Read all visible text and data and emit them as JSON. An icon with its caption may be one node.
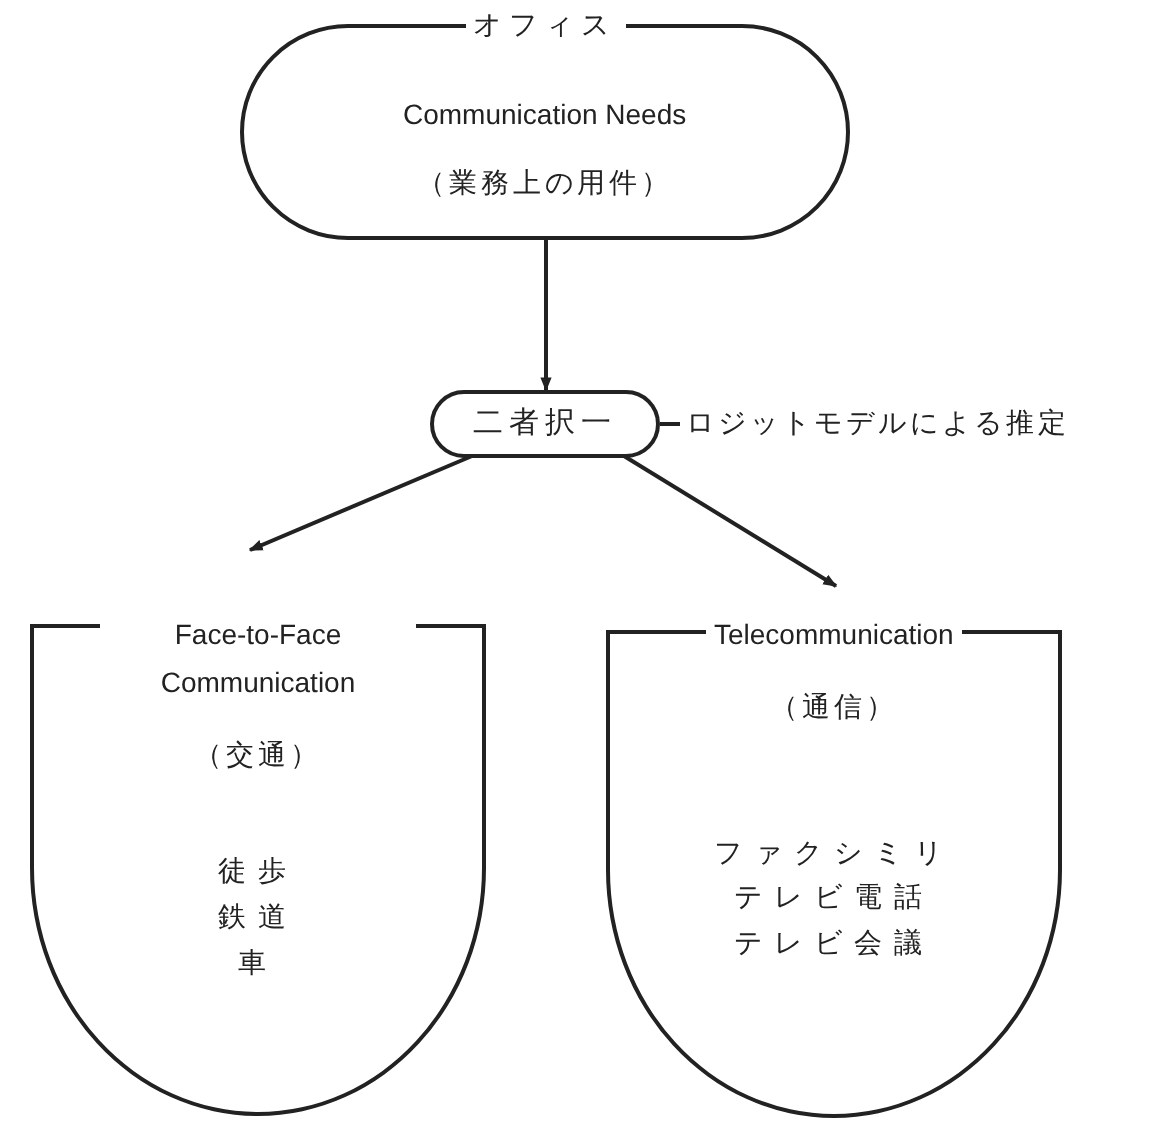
{
  "diagram": {
    "nodes": [
      {
        "text": [
          "オフィス",
          "Communication Needs",
          "（業務上の用件）"
        ]
      },
      {
        "text": [
          "二者択一"
        ],
        "beside": [
          "ロジットモデルによる推定"
        ]
      },
      {
        "text": [
          "Face-to-Face Communication",
          "（交通）",
          "徒歩",
          "鉄道",
          "車"
        ]
      },
      {
        "text": [
          "Telecommunication",
          "（通信）",
          "ファクシミリ",
          "テレビ電話",
          "テレビ会議"
        ]
      }
    ],
    "edges": [
      {
        "from": 0,
        "to": 1,
        "arrow": "to"
      },
      {
        "from": 1,
        "to": 2,
        "arrow": "to"
      },
      {
        "from": 1,
        "to": 3,
        "arrow": "to"
      }
    ]
  }
}
